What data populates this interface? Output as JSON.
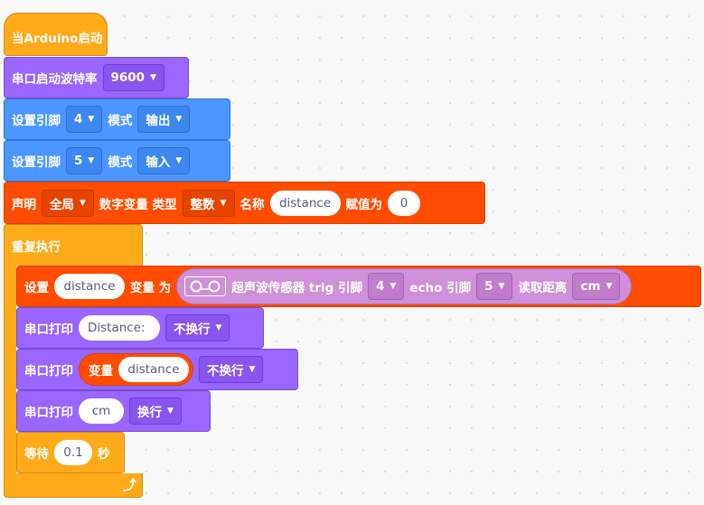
{
  "hat": {
    "label": "当Arduino启动"
  },
  "serial_begin": {
    "label": "串口启动波特率",
    "baud": "9600"
  },
  "pin_mode_1": {
    "label": "设置引脚",
    "pin": "4",
    "mode_label": "模式",
    "mode": "输出"
  },
  "pin_mode_2": {
    "label": "设置引脚",
    "pin": "5",
    "mode_label": "模式",
    "mode": "输入"
  },
  "declare": {
    "label": "声明",
    "scope": "全局",
    "type_label": "数字变量 类型",
    "type": "整数",
    "name_label": "名称",
    "name": "distance",
    "init_label": "赋值为",
    "init": "0"
  },
  "forever": {
    "label": "重复执行"
  },
  "set_var": {
    "label": "设置",
    "var": "distance",
    "as_label": "变量 为",
    "sensor": {
      "label": "超声波传感器 trig 引脚",
      "trig": "4",
      "echo_label": "echo 引脚",
      "echo": "5",
      "read_label": "读取距离",
      "unit": "cm"
    }
  },
  "print1": {
    "label": "串口打印",
    "text": "Distance:",
    "newline": "不换行"
  },
  "print2": {
    "label": "串口打印",
    "var_label": "变量",
    "var": "distance",
    "newline": "不换行"
  },
  "print3": {
    "label": "串口打印",
    "text": "cm",
    "newline": "换行"
  },
  "wait": {
    "label": "等待",
    "value": "0.1",
    "unit": "秒"
  },
  "colors": {
    "events": "#ffab19",
    "serial": "#9966ff",
    "pins": "#4c97ff",
    "variables": "#ff4c00",
    "sensor": "#cf8fd9"
  }
}
